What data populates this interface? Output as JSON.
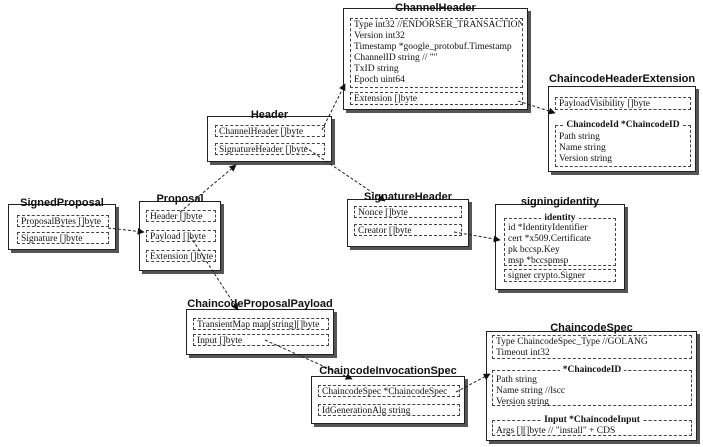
{
  "channel_header": {
    "title": "ChannelHeader",
    "fields": [
      "Type int32 //ENDORSER_TRANSACTION",
      "Version int32",
      "Timestamp *google_protobuf.Timestamp",
      "ChannelID string // \"\"",
      "TxID string",
      "Epoch uint64"
    ],
    "extension": "Extension []byte"
  },
  "chaincode_header_extension": {
    "title": "ChaincodeHeaderExtension",
    "payload_visibility": "PayloadVisibility []byte",
    "chaincode_id_title": "ChaincodeId *ChaincodeID",
    "chaincode_id_fields": [
      "Path string",
      "Name string",
      "Version string"
    ]
  },
  "header": {
    "title": "Header",
    "channel_header": "ChannelHeader []byte",
    "signature_header": "SignatureHeader []byte"
  },
  "signed_proposal": {
    "title": "SignedProposal",
    "proposal_bytes": "ProposalBytes []byte",
    "signature": "Signature []byte"
  },
  "proposal": {
    "title": "Proposal",
    "header": "Header []byte",
    "payload": "Payload []byte",
    "extension": "Extension []byte"
  },
  "signature_header": {
    "title": "SignatureHeader",
    "nonce": "Nonce []byte",
    "creator": "Creator []byte"
  },
  "signing_identity": {
    "title": "signingidentity",
    "identity_title": "identity",
    "identity_fields": [
      "id *IdentityIdentifier",
      "cert *x509.Certificate",
      "pk bccsp.Key",
      "msp *bccspmsp"
    ],
    "signer": "signer crypto.Signer"
  },
  "chaincode_proposal_payload": {
    "title": "ChaincodeProposalPayload",
    "transient_map": "TransientMap map[string][]byte",
    "input": "Input []byte"
  },
  "chaincode_invocation_spec": {
    "title": "ChaincodeInvocationSpec",
    "chaincode_spec": "ChaincodeSpec *ChaincodeSpec",
    "id_generation_alg": "IdGenerationAlg string"
  },
  "chaincode_spec": {
    "title": "ChaincodeSpec",
    "type_fields": [
      "Type ChaincodeSpec_Type //GOLANG",
      "Timeout int32"
    ],
    "chaincode_id_title": "*ChaincodeID",
    "chaincode_id_fields": [
      "Path string",
      "Name string //lscc",
      "Version string"
    ],
    "input_title": "Input *ChaincodeInput",
    "input_args": "Args [][]byte // \"install\" + CDS"
  }
}
